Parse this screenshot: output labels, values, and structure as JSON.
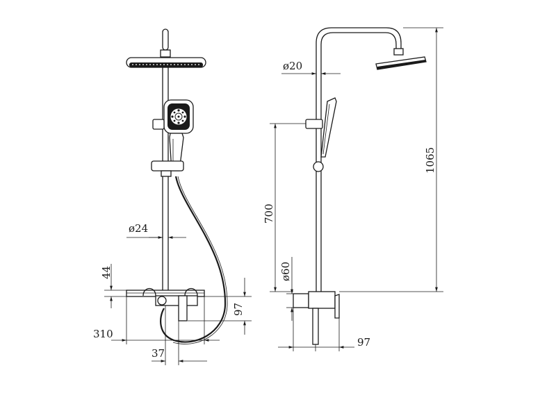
{
  "front_view": {
    "dim_rod_diameter": "ø24",
    "dim_shelf_height": "44",
    "dim_spout_depth": "97",
    "dim_shelf_width": "310",
    "dim_valve_offset": "37"
  },
  "side_view": {
    "dim_pipe_diameter": "ø20",
    "dim_total_height": "1065",
    "dim_bracket_height": "700",
    "dim_valve_diameter": "ø60",
    "dim_valve_projection": "97"
  },
  "colors": {
    "line": "#1a1a1a",
    "background": "#ffffff"
  }
}
